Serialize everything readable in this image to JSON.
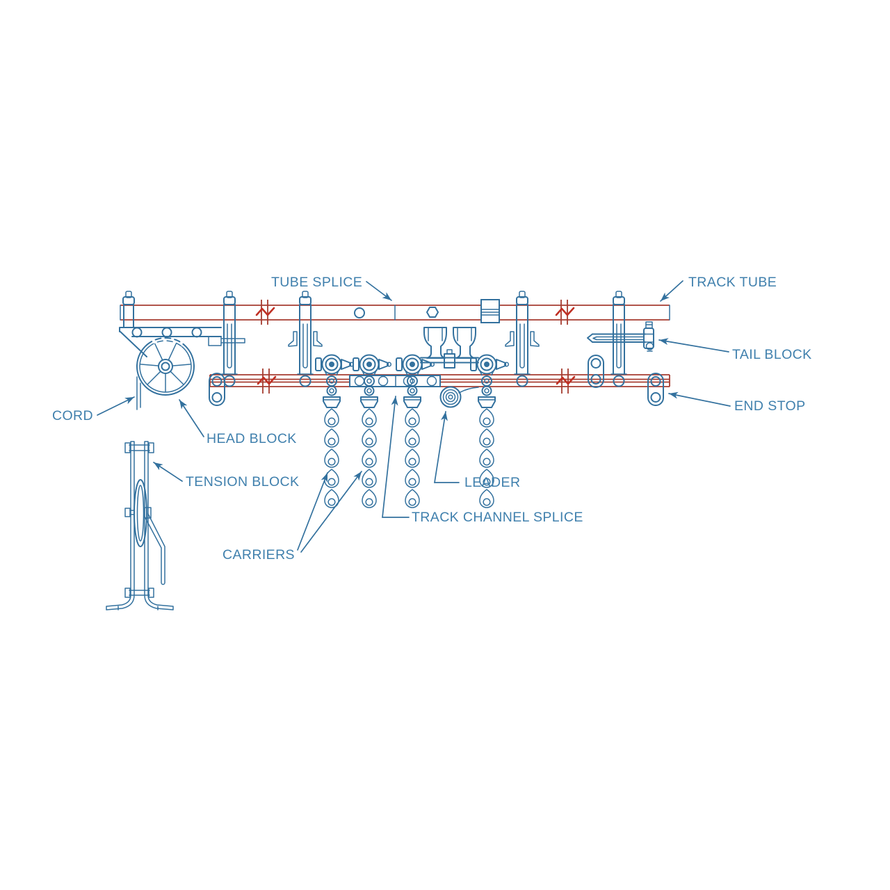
{
  "labels": {
    "tube_splice": "TUBE SPLICE",
    "track_tube": "TRACK TUBE",
    "tail_block": "TAIL BLOCK",
    "end_stop": "END STOP",
    "cord": "CORD",
    "head_block": "HEAD BLOCK",
    "tension_block": "TENSION BLOCK",
    "carriers": "CARRIERS",
    "leader": "LEADER",
    "track_channel_splice": "TRACK CHANNEL SPLICE"
  },
  "colors": {
    "linework_blue": "#33719e",
    "label_blue": "#4080ad",
    "track_red": "#a63c30",
    "break_red": "#c03024",
    "background": "#ffffff"
  }
}
